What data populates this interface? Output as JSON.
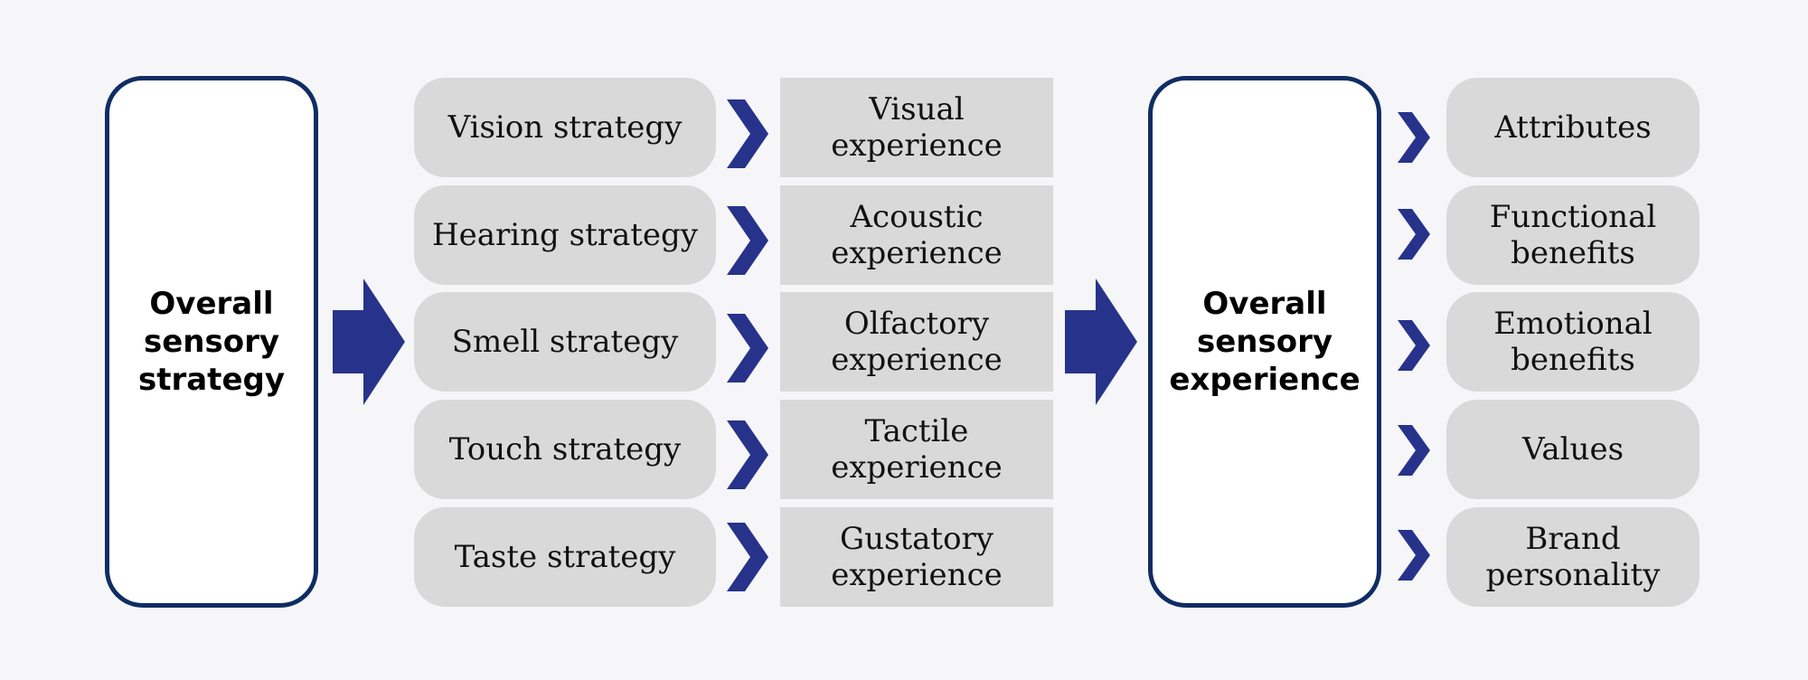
{
  "colors": {
    "background": "#f6f6f9",
    "outline": "#0f2d63",
    "arrow": "#27338a",
    "box_fill": "#d9d9d9",
    "text": "#111111"
  },
  "left_box": {
    "label": "Overall\nsensory\nstrategy"
  },
  "right_box": {
    "label": "Overall\nsensory\nexperience"
  },
  "strategies": [
    {
      "label": "Vision strategy"
    },
    {
      "label": "Hearing strategy"
    },
    {
      "label": "Smell strategy"
    },
    {
      "label": "Touch strategy"
    },
    {
      "label": "Taste strategy"
    }
  ],
  "experiences": [
    {
      "label": "Visual\nexperience"
    },
    {
      "label": "Acoustic\nexperience"
    },
    {
      "label": "Olfactory\nexperience"
    },
    {
      "label": "Tactile\nexperience"
    },
    {
      "label": "Gustatory\nexperience"
    }
  ],
  "outcomes": [
    {
      "label": "Attributes"
    },
    {
      "label": "Functional\nbenefits"
    },
    {
      "label": "Emotional\nbenefits"
    },
    {
      "label": "Values"
    },
    {
      "label": "Brand\npersonality"
    }
  ],
  "icons": {
    "big_arrow": "right-arrow-icon",
    "chevron": "chevron-right-icon"
  }
}
